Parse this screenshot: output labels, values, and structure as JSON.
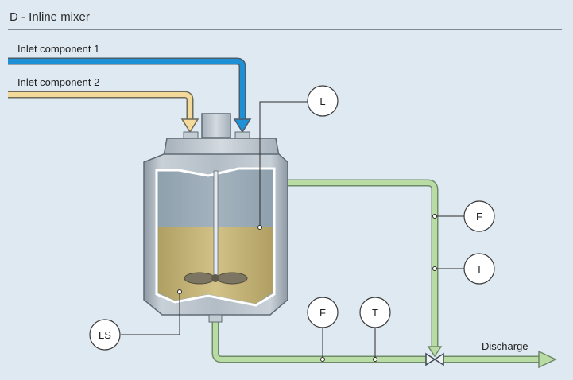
{
  "title": "D - Inline mixer",
  "labels": {
    "inlet1": "Inlet component 1",
    "inlet2": "Inlet component 2",
    "discharge": "Discharge"
  },
  "instruments": {
    "level": "L",
    "level_switch": "LS",
    "flow_loop": "F",
    "temp_loop": "T",
    "flow_discharge": "F",
    "temp_discharge": "T"
  },
  "colors": {
    "background": "#dfe9f1",
    "inlet1_pipe": "#1e90d6",
    "inlet2_pipe": "#f3d99a",
    "loop_pipe": "#b9dca4",
    "liquid": "#c9b87c",
    "vessel": "#b2bcc6"
  }
}
